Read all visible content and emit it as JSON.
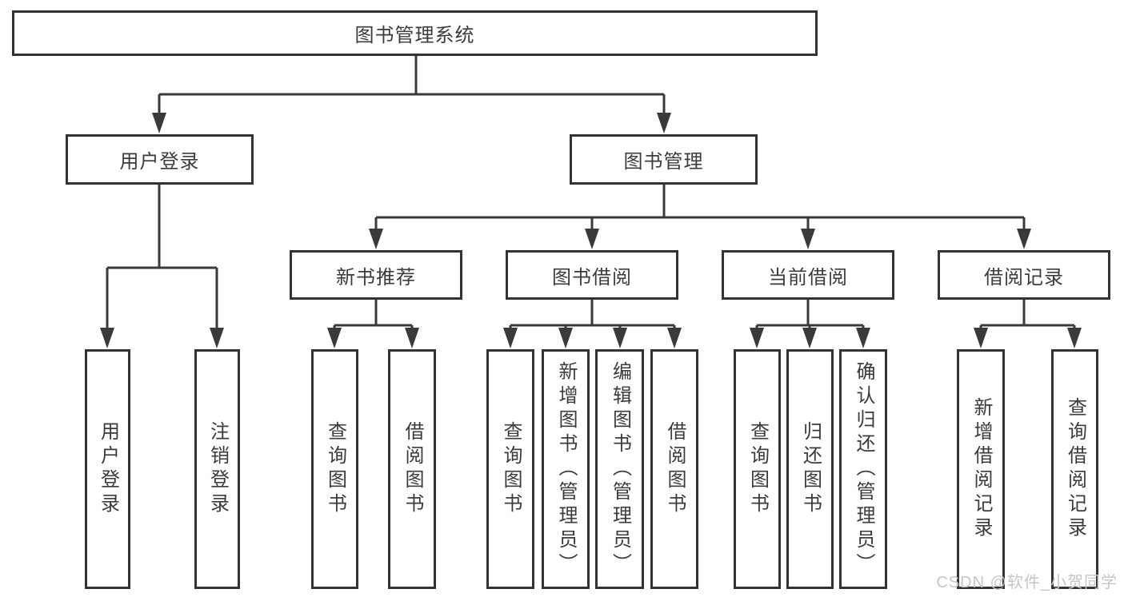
{
  "tree": {
    "root": "图书管理系统",
    "children": [
      {
        "label": "用户登录",
        "children": [
          "用户登录",
          "注销登录"
        ]
      },
      {
        "label": "图书管理",
        "children": [
          {
            "label": "新书推荐",
            "children": [
              "查询图书",
              "借阅图书"
            ]
          },
          {
            "label": "图书借阅",
            "children": [
              "查询图书",
              "新增图书（管理员）",
              "编辑图书（管理员）",
              "借阅图书"
            ]
          },
          {
            "label": "当前借阅",
            "children": [
              "查询图书",
              "归还图书",
              "确认归还（管理员）"
            ]
          },
          {
            "label": "借阅记录",
            "children": [
              "新增借阅记录",
              "查询借阅记录"
            ]
          }
        ]
      }
    ]
  },
  "watermark": {
    "text": "CSDN @软件_小贺同学"
  },
  "colors": {
    "line": "#3a3a3a",
    "box_border": "#333333",
    "text": "#3b3b3b",
    "watermark": "#c6c6c6",
    "background": "#ffffff"
  }
}
